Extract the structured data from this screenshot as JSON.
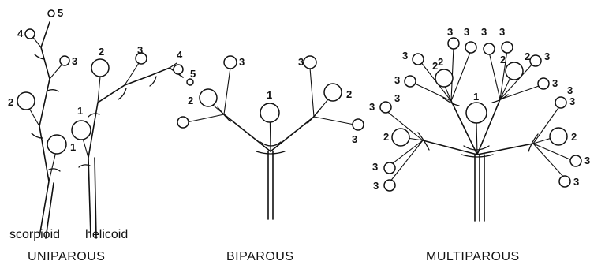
{
  "diagram": {
    "panels": [
      {
        "id": "uniparous",
        "caption": "UNIPAROUS",
        "sublabels": [
          "scorpioid",
          "helicoid"
        ]
      },
      {
        "id": "biparous",
        "caption": "BIPAROUS"
      },
      {
        "id": "multiparous",
        "caption": "MULTIPAROUS"
      }
    ],
    "scorpioid": {
      "flower_labels": [
        "1",
        "2",
        "3",
        "4",
        "5"
      ]
    },
    "helicoid": {
      "flower_labels": [
        "1",
        "2",
        "3",
        "4",
        "5"
      ]
    },
    "biparous": {
      "flower_labels": [
        "1",
        "2",
        "2",
        "3",
        "3"
      ]
    },
    "multiparous": {
      "flower_labels": [
        "1",
        "2",
        "2",
        "2",
        "2",
        "2",
        "2",
        "3",
        "3",
        "3",
        "3",
        "3",
        "3",
        "3",
        "3",
        "3",
        "3",
        "3",
        "3",
        "3",
        "3",
        "3",
        "3"
      ]
    }
  }
}
